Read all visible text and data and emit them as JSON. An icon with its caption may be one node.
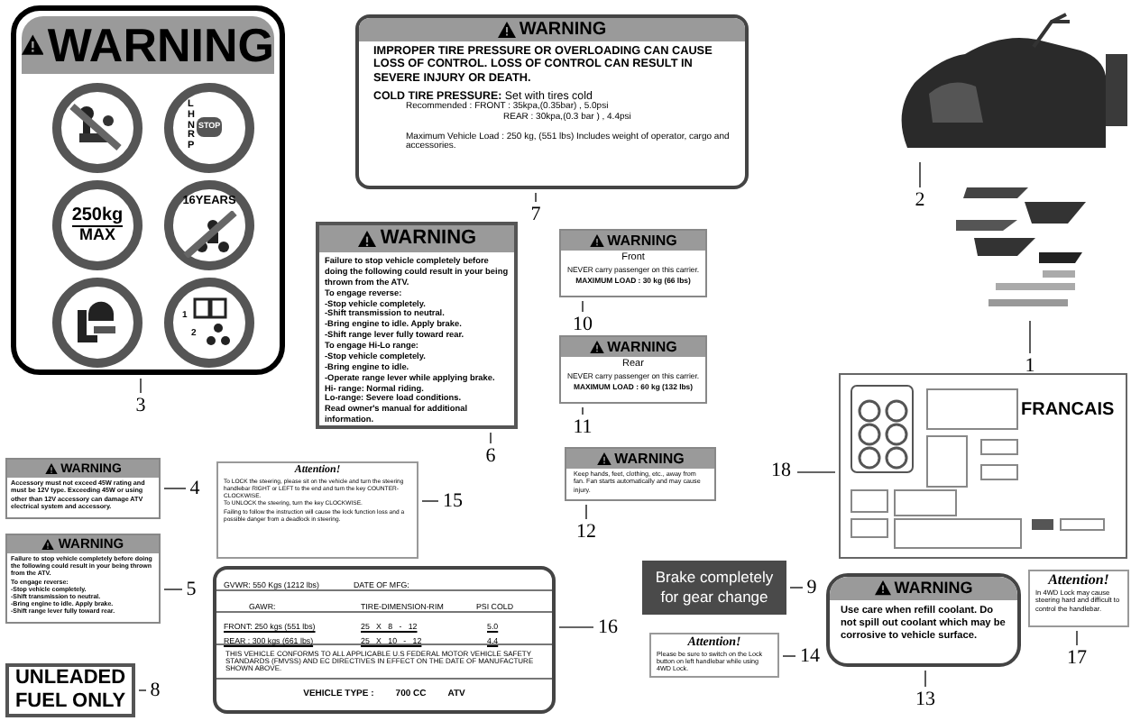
{
  "diagram": {
    "nodes": [
      {
        "text": [
          "WARNING"
        ]
      },
      {
        "text": [],
        "shape": "circle",
        "in": 0
      },
      {
        "text": [
          "L H N R P",
          "STOP"
        ],
        "in": 0
      },
      {
        "text": [
          "250kg",
          "MAX"
        ],
        "in": 0
      },
      {
        "text": [
          "16YEARS"
        ],
        "in": 0
      },
      {
        "text": [],
        "shape": "circle",
        "in": 0
      },
      {
        "text": [
          "1",
          "2"
        ],
        "in": 0
      },
      {
        "text": [
          "3"
        ]
      },
      {
        "text": [
          "WARNING",
          "IMPROPER TIRE PRESSURE OR OVERLOADING CAN CAUSE LOSS OF CONTROL. LOSS OF CONTROL CAN RESULT IN SEVERE INJURY OR DEATH.",
          "**COLD TIRE PRESSURE:** Set with tires cold",
          "Recommended : FRONT : 35kpa,(0.35bar) , 5.0psi",
          "REAR : 30kpa,(0.3 bar ) , 4.4psi",
          "Maximum Vehicle Load : 250 kg, (551 lbs) Includes weight of operator, cargo and accessories."
        ]
      },
      {
        "text": [
          "7"
        ]
      },
      {
        "text": [],
        "shape": "picture"
      },
      {
        "text": [
          "2"
        ]
      },
      {
        "text": [],
        "shape": "picture"
      },
      {
        "text": [
          "1"
        ]
      },
      {
        "text": [
          "WARNING",
          "Failure to stop vehicle completely before doing the following could result in your being thrown from the ATV.",
          "To engage reverse:",
          "-Stop vehicle completely.",
          "-Shift transmission to neutral.",
          "-Bring engine to idle.  Apply brake.",
          "-Shift range lever fully toward rear.",
          "To engage Hi-Lo range:",
          "-Stop vehicle completely.",
          "-Bring engine to idle.",
          "-Operate range lever while applying brake.",
          "Hi- range: Normal riding.",
          "Lo-range: Severe load conditions.",
          "Read owner's manual for additional information."
        ]
      },
      {
        "text": [
          "6"
        ]
      },
      {
        "text": [
          "WARNING",
          "Front",
          "NEVER carry passenger on this carrier.",
          "MAXIMUM LOAD : 30 kg (66 lbs)"
        ]
      },
      {
        "text": [
          "10"
        ]
      },
      {
        "text": [
          "WARNING",
          "Rear",
          "NEVER carry passenger on this carrier.",
          "MAXIMUM LOAD : 60 kg (132 lbs)"
        ]
      },
      {
        "text": [
          "11"
        ]
      },
      {
        "text": [
          "WARNING",
          "Keep hands, feet, clothing, etc., away from fan. Fan starts automatically and may cause injury."
        ]
      },
      {
        "text": [
          "12"
        ]
      },
      {
        "text": [
          "FRANCAIS"
        ]
      },
      {
        "text": [
          "18"
        ]
      },
      {
        "text": [
          "WARNING",
          "Accessory must not exceed 45W rating and must be 12V type. Exceeding 45W or using other than 12V accessory can damage ATV electrical system and accessory."
        ]
      },
      {
        "text": [
          "4"
        ]
      },
      {
        "text": [
          "Attention!",
          "To LOCK the steering, please sit on the vehicle and turn the steering handlebar RIGHT or LEFT to the end and turn the key COUNTER-CLOCKWISE.",
          "To UNLOCK the steering, turn the key CLOCKWISE.",
          "Failing to follow the instruction will cause the lock function loss and a possible danger from a deadlock in steering."
        ]
      },
      {
        "text": [
          "15"
        ]
      },
      {
        "text": [
          "WARNING",
          "Failure to stop vehicle completely before doing the following could result in your being thrown from the ATV.",
          "To engage reverse:",
          "-Stop vehicle completely.",
          "-Shift transmission to neutral.",
          "-Bring engine to idle.  Apply brake.",
          "-Shift range lever fully toward rear."
        ]
      },
      {
        "text": [
          "5"
        ]
      },
      {
        "text": [
          "GVWR: 550 Kgs (1212 lbs)",
          "DATE OF MFG:",
          "GAWR:",
          "TIRE-DIMENSION-RIM",
          "PSI COLD",
          "FRONT: 250 kgs (551 lbs)",
          "25   X   8   -   12",
          "5.0",
          "REAR : 300 kgs (661 lbs)",
          "25   X   10   -   12",
          "4.4",
          "THIS VEHICLE CONFORMS TO ALL APPLICABLE U.S FEDERAL MOTOR VEHICLE SAFETY STANDARDS (FMVSS) AND EC DIRECTIVES IN EFFECT ON THE DATE OF MANUFACTURE SHOWN ABOVE.",
          "VEHICLE TYPE :",
          "700 CC",
          "ATV"
        ]
      },
      {
        "text": [
          "16"
        ]
      },
      {
        "text": [
          "Brake completely for gear change"
        ]
      },
      {
        "text": [
          "9"
        ]
      },
      {
        "text": [
          "Attention!",
          "Please be sure to switch on the Lock button on left handlebar while using 4WD Lock."
        ]
      },
      {
        "text": [
          "14"
        ]
      },
      {
        "text": [
          "WARNING",
          "Use care when refill coolant. Do not spill out coolant which may be corrosive to vehicle surface."
        ]
      },
      {
        "text": [
          "13"
        ]
      },
      {
        "text": [
          "Attention!",
          "In 4WD Lock may cause steering hard and difficult to control the handlebar."
        ]
      },
      {
        "text": [
          "17"
        ]
      },
      {
        "text": [
          "UNLEADED FUEL ONLY"
        ]
      },
      {
        "text": [
          "8"
        ]
      }
    ],
    "edges": [
      {
        "from": 7,
        "to": 0,
        "arrow": "none"
      },
      {
        "from": 9,
        "to": 8,
        "arrow": "none"
      },
      {
        "from": 11,
        "to": 10,
        "arrow": "none"
      },
      {
        "from": 13,
        "to": 12,
        "arrow": "none"
      },
      {
        "from": 15,
        "to": 14,
        "arrow": "none"
      },
      {
        "from": 17,
        "to": 16,
        "arrow": "none"
      },
      {
        "from": 19,
        "to": 18,
        "arrow": "none"
      },
      {
        "from": 21,
        "to": 20,
        "arrow": "none"
      },
      {
        "from": 23,
        "to": 22,
        "arrow": "none"
      },
      {
        "from": 25,
        "to": 24,
        "arrow": "none"
      },
      {
        "from": 27,
        "to": 26,
        "arrow": "none"
      },
      {
        "from": 29,
        "to": 28,
        "arrow": "none"
      },
      {
        "from": 31,
        "to": 30,
        "arrow": "none"
      },
      {
        "from": 33,
        "to": 32,
        "arrow": "none"
      },
      {
        "from": 35,
        "to": 34,
        "arrow": "none"
      },
      {
        "from": 37,
        "to": 36,
        "arrow": "none"
      },
      {
        "from": 39,
        "to": 38,
        "arrow": "none"
      },
      {
        "from": 41,
        "to": 40,
        "arrow": "none"
      }
    ]
  }
}
